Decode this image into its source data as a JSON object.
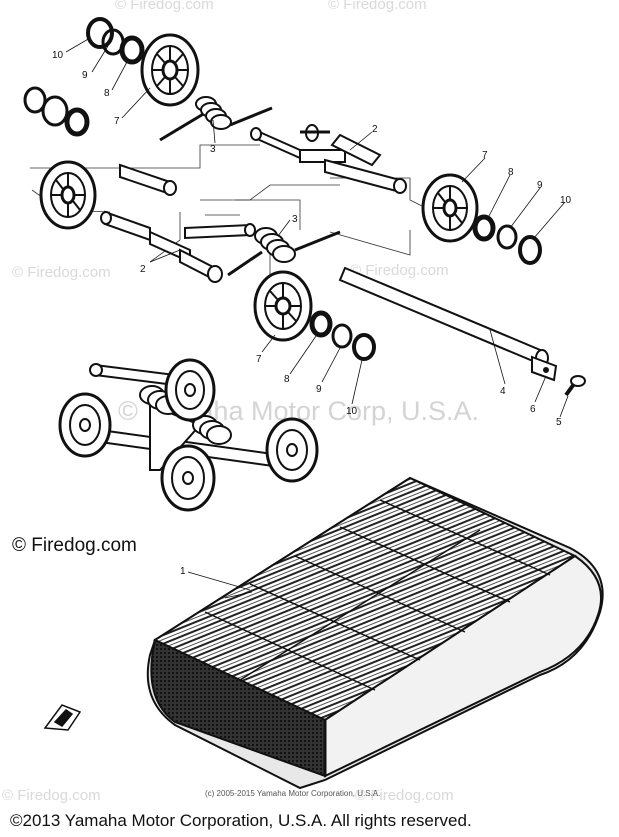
{
  "watermarks": {
    "top_center": "© Firedog.com",
    "top_right": "© Firedog.com",
    "mid_left": "© Firedog.com",
    "mid_center": "© Firedog.com",
    "big_center": "© Yamaha Motor Corp, U.S.A.",
    "bottom_left": "© Firedog.com",
    "bottom_right": "© Firedog.com"
  },
  "brand_text": "© Firedog.com",
  "small_copyright": "(c) 2005-2015 Yamaha Motor Corporation, U.S.A.",
  "footer_copyright": "©2013 Yamaha Motor Corporation, U.S.A. All rights reserved.",
  "callouts": {
    "c10_tl": "10",
    "c9_tl": "9",
    "c8_tl": "8",
    "c7_tl": "7",
    "c3_top": "3",
    "c2_top": "2",
    "c7_right": "7",
    "c8_right": "8",
    "c9_right": "9",
    "c10_right": "10",
    "c2_left": "2",
    "c3_mid": "3",
    "c7_mid": "7",
    "c8_mid": "8",
    "c9_mid": "9",
    "c10_mid": "10",
    "c4": "4",
    "c6": "6",
    "c5": "5",
    "c1": "1"
  }
}
